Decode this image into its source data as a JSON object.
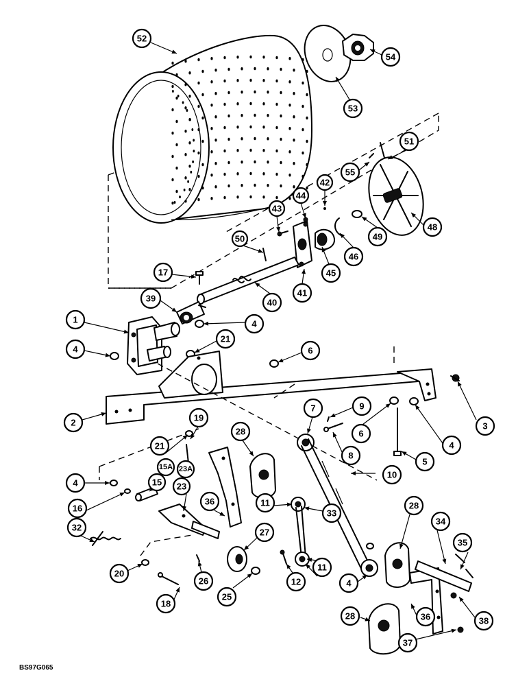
{
  "figure_code": "BS97G065",
  "callouts": [
    "52",
    "54",
    "53",
    "51",
    "55",
    "42",
    "48",
    "49",
    "44",
    "43",
    "50",
    "46",
    "45",
    "41",
    "17",
    "39",
    "40",
    "1",
    "4",
    "21",
    "6",
    "9",
    "7",
    "3",
    "2",
    "19",
    "28",
    "6b",
    "4b",
    "8",
    "5",
    "15A",
    "23A",
    "21b",
    "4c",
    "15",
    "23",
    "36",
    "10",
    "16",
    "11",
    "33",
    "28b",
    "34",
    "35",
    "32",
    "27",
    "20",
    "18",
    "26",
    "25",
    "12",
    "11b",
    "4d",
    "28c",
    "36b",
    "38",
    "37"
  ],
  "labels": {
    "c52": "52",
    "c54": "54",
    "c53": "53",
    "c51": "51",
    "c55": "55",
    "c42": "42",
    "c48": "48",
    "c49": "49",
    "c44": "44",
    "c43": "43",
    "c50": "50",
    "c46": "46",
    "c45": "45",
    "c41": "41",
    "c17": "17",
    "c39": "39",
    "c40": "40",
    "c1": "1",
    "c4a": "4",
    "c4b": "4",
    "c4c": "4",
    "c4d": "4",
    "c4e": "4",
    "c21a": "21",
    "c21b": "21",
    "c6a": "6",
    "c6b": "6",
    "c9": "9",
    "c7": "7",
    "c3": "3",
    "c2": "2",
    "c19": "19",
    "c28a": "28",
    "c28b": "28",
    "c28c": "28",
    "c8": "8",
    "c5": "5",
    "c15A": "15A",
    "c23A": "23A",
    "c15": "15",
    "c23": "23",
    "c36a": "36",
    "c36b": "36",
    "c10": "10",
    "c16": "16",
    "c11a": "11",
    "c11b": "11",
    "c33": "33",
    "c34": "34",
    "c35": "35",
    "c32": "32",
    "c27": "27",
    "c20": "20",
    "c18": "18",
    "c26": "26",
    "c25": "25",
    "c12": "12",
    "c38": "38",
    "c37": "37"
  }
}
